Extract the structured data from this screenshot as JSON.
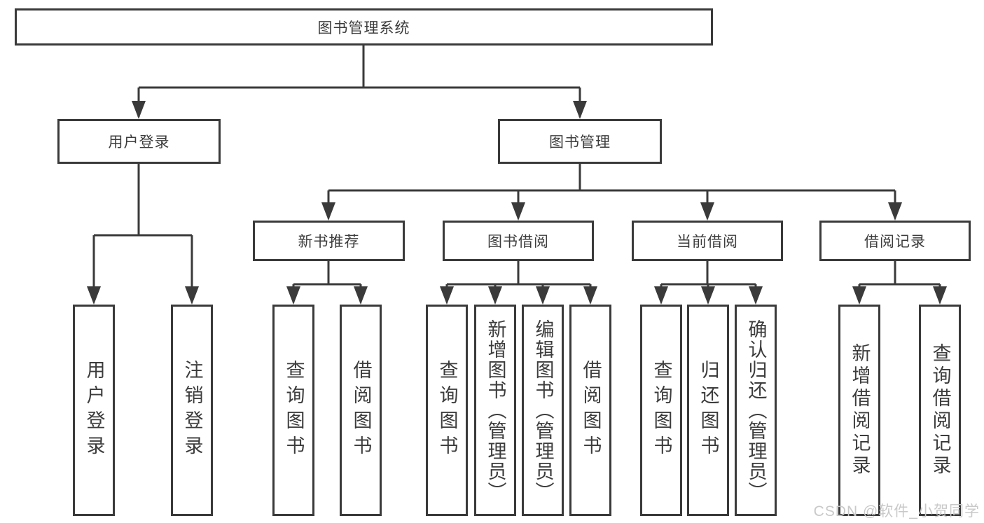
{
  "tree": {
    "label": "图书管理系统",
    "children": [
      {
        "label": "用户登录",
        "children": [
          {
            "label": "用户登录"
          },
          {
            "label": "注销登录"
          }
        ]
      },
      {
        "label": "图书管理",
        "children": [
          {
            "label": "新书推荐",
            "children": [
              {
                "label": "查询图书"
              },
              {
                "label": "借阅图书"
              }
            ]
          },
          {
            "label": "图书借阅",
            "children": [
              {
                "label": "查询图书"
              },
              {
                "label": "新增图书（管理员）"
              },
              {
                "label": "编辑图书（管理员）"
              },
              {
                "label": "借阅图书"
              }
            ]
          },
          {
            "label": "当前借阅",
            "children": [
              {
                "label": "查询图书"
              },
              {
                "label": "归还图书"
              },
              {
                "label": "确认归还（管理员）"
              }
            ]
          },
          {
            "label": "借阅记录",
            "children": [
              {
                "label": "新增借阅记录"
              },
              {
                "label": "查询借阅记录"
              }
            ]
          }
        ]
      }
    ]
  },
  "watermark": "CSDN @软件_小贺同学",
  "colors": {
    "line": "#3a3a3a",
    "text": "#3c3c3c",
    "watermark": "#c9c9c9",
    "background": "#ffffff"
  }
}
